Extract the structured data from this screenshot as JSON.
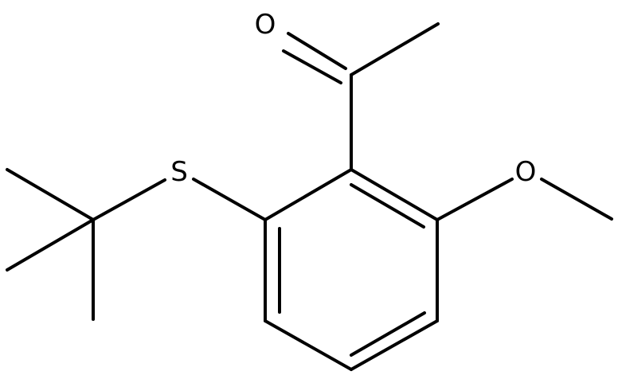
{
  "molecule": {
    "atoms": {
      "oxygen_carbonyl": "O",
      "oxygen_methoxy": "O",
      "sulfur": "S"
    }
  }
}
